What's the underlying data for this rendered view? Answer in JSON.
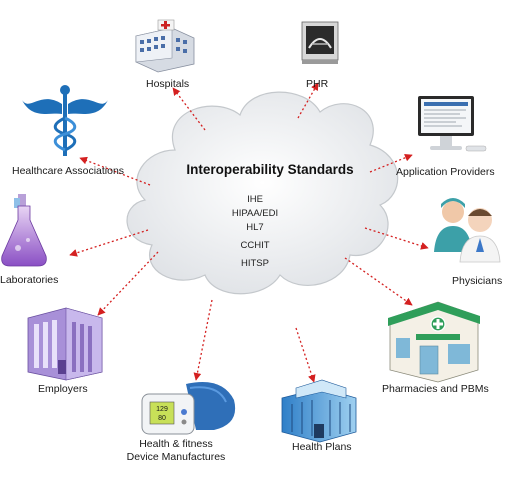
{
  "center": {
    "title": "Interoperability Standards",
    "standards": [
      "IHE",
      "HIPAA/EDI",
      "HL7",
      "CCHIT",
      "HITSP"
    ]
  },
  "nodes": {
    "hospitals": {
      "label": "Hospitals",
      "icon": "hospital-building-icon"
    },
    "phr": {
      "label": "PHR",
      "icon": "xray-viewer-icon"
    },
    "healthcare_associations": {
      "label": "Healthcare Associations",
      "icon": "caduceus-icon"
    },
    "application_providers": {
      "label": "Application Providers",
      "icon": "computer-monitor-icon"
    },
    "laboratories": {
      "label": "Laboratories",
      "icon": "lab-flask-icon"
    },
    "physicians": {
      "label": "Physicians",
      "icon": "doctors-icon"
    },
    "employers": {
      "label": "Employers",
      "icon": "office-building-icon"
    },
    "pharmacies": {
      "label": "Pharmacies and PBMs",
      "icon": "pharmacy-store-icon"
    },
    "device_manufactures": {
      "label_line1": "Health & fitness",
      "label_line2": "Device Manufactures",
      "icon": "blood-pressure-monitor-icon"
    },
    "health_plans": {
      "label": "Health Plans",
      "icon": "office-tower-icon"
    }
  },
  "colors": {
    "connector": "#d42020",
    "cloud_fill": "#e9ebee",
    "cloud_stroke": "#c4c8cc",
    "caduceus": "#1e6fb8"
  },
  "device_screen": {
    "line1": "129",
    "line2": "80"
  }
}
